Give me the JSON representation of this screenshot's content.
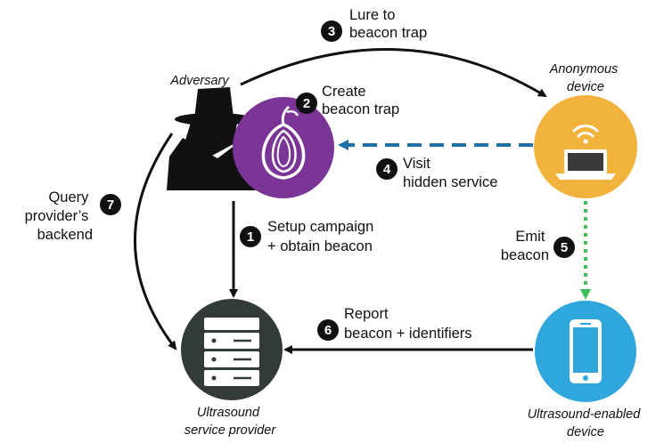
{
  "nodes": {
    "adversary": {
      "label": "Adversary"
    },
    "anonymous_device": {
      "label_lines": [
        "Anonymous",
        "device"
      ],
      "color": "#F2B33D"
    },
    "tor_service": {
      "color": "#7B3596"
    },
    "ultrasound_device": {
      "label_lines": [
        "Ultrasound-enabled",
        "device"
      ],
      "color": "#2FA6DC"
    },
    "service_provider": {
      "label_lines": [
        "Ultrasound",
        "service provider"
      ],
      "color": "#333B37"
    }
  },
  "steps": [
    {
      "number": "1",
      "lines": [
        "Setup campaign",
        "+ obtain beacon"
      ]
    },
    {
      "number": "2",
      "lines": [
        "Create",
        "beacon trap"
      ]
    },
    {
      "number": "3",
      "lines": [
        "Lure to",
        "beacon trap"
      ]
    },
    {
      "number": "4",
      "lines": [
        "Visit",
        "hidden service"
      ]
    },
    {
      "number": "5",
      "lines": [
        "Emit",
        "beacon"
      ]
    },
    {
      "number": "6",
      "lines": [
        "Report",
        "beacon + identifiers"
      ]
    },
    {
      "number": "7",
      "lines": [
        "Query",
        "provider’s",
        "backend"
      ]
    }
  ],
  "colors": {
    "visit_arrow": "#1F6FA8",
    "emit_arrow": "#3CC15A",
    "black_arrow": "#111111"
  }
}
